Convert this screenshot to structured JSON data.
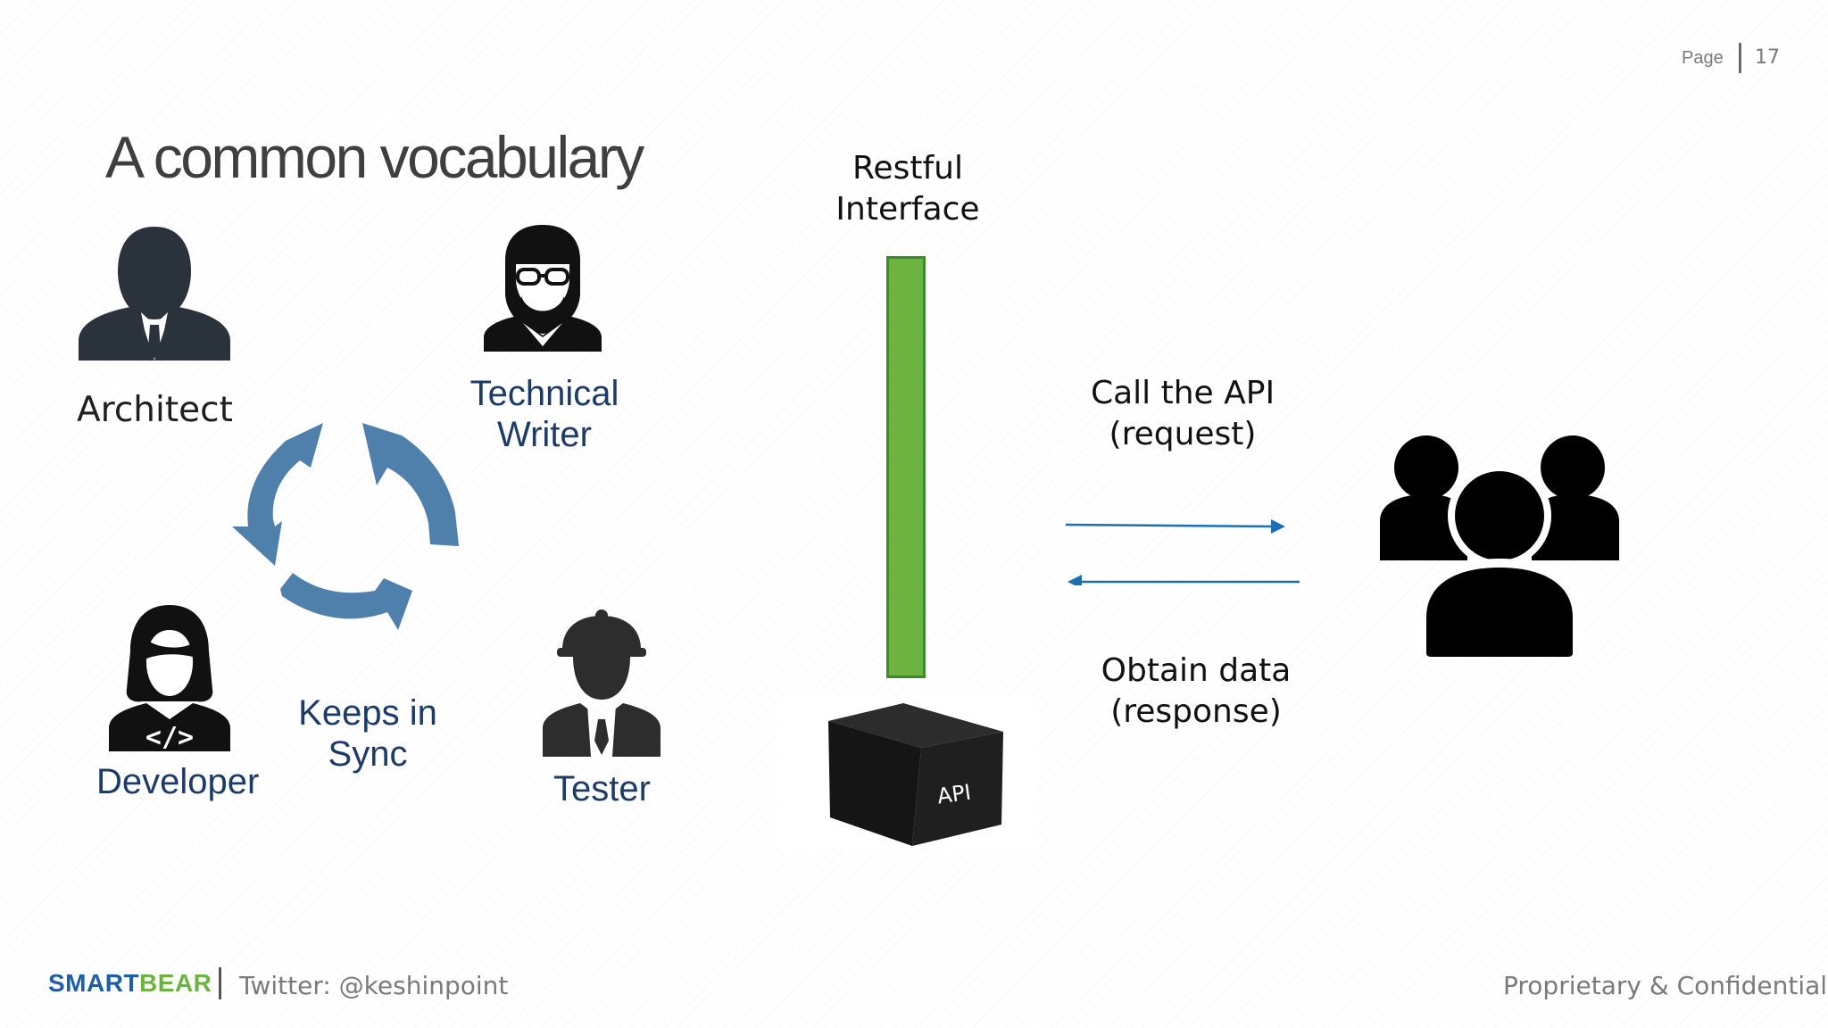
{
  "header": {
    "page_label": "Page",
    "page_number": "17"
  },
  "slide": {
    "title": "A common vocabulary"
  },
  "roles": {
    "architect": "Architect",
    "technical_writer": [
      "Technical",
      "Writer"
    ],
    "developer": "Developer",
    "tester": "Tester"
  },
  "cycle": {
    "label": [
      "Keeps in",
      "Sync"
    ]
  },
  "interface": {
    "label": [
      "Restful",
      "Interface"
    ],
    "api_box_label": "API"
  },
  "flows": {
    "request": [
      "Call the API",
      "(request)"
    ],
    "response": [
      "Obtain data",
      "(response)"
    ]
  },
  "footer": {
    "brand": {
      "part1": "SMART",
      "part2": "BEAR"
    },
    "twitter": "Twitter: @keshinpoint",
    "confidential": "Proprietary & Confidential"
  },
  "colors": {
    "cycle_arrow": "#4f7fab",
    "interface_bar": "#6cb33f",
    "flow_arrow": "#1c6fb5",
    "brand_blue": "#1d5fa6",
    "brand_green": "#6cb33f"
  },
  "icons": [
    "architect-icon",
    "technical-writer-icon",
    "developer-icon",
    "tester-icon",
    "cycle-arrows-icon",
    "api-box-icon",
    "users-group-icon"
  ]
}
